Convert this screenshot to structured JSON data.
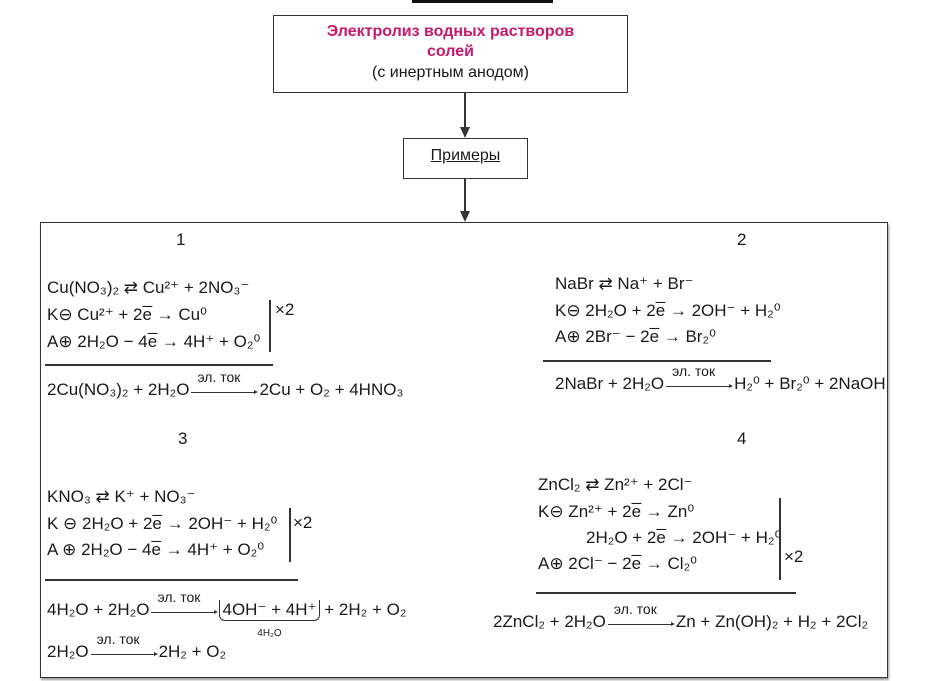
{
  "header": {
    "title_line1": "Электролиз водных растворов",
    "title_line2": "солей",
    "subtitle": "(с инертным анодом)",
    "title_color": "#c8186e"
  },
  "examples_label": "Примеры",
  "arrow_label": "эл. ток",
  "examples": [
    {
      "number": "1",
      "lines": [
        "Cu(NO₃)₂ ⇄ Cu²⁺ + 2NO₃⁻",
        "K⊖  Cu²⁺ + 2e̅ → Cu⁰",
        "A⊕  2H₂O − 4e̅ → 4H⁺ + O₂⁰"
      ],
      "multiplier": "×2",
      "final": {
        "lhs": "2Cu(NO₃)₂ + 2H₂O",
        "rhs": "2Cu + O₂ + 4HNO₃"
      }
    },
    {
      "number": "2",
      "lines": [
        "NaBr ⇄ Na⁺ + Br⁻",
        "K⊖   2H₂O + 2e̅ → 2OH⁻ + H₂⁰",
        "A⊕   2Br⁻ − 2e̅ → Br₂⁰"
      ],
      "final": {
        "lhs": "2NaBr + 2H₂O",
        "rhs": "H₂⁰ + Br₂⁰ + 2NaOH"
      }
    },
    {
      "number": "3",
      "lines": [
        "KNO₃ ⇄ K⁺ + NO₃⁻",
        "K ⊖   2H₂O + 2e̅ → 2OH⁻ + H₂⁰",
        "A ⊕   2H₂O − 4e̅ → 4H⁺ + O₂⁰"
      ],
      "multiplier": "×2",
      "final": {
        "lhs": "4H₂O + 2H₂O",
        "rhs_braced": "4OH⁻ + 4H⁺",
        "rhs": "+ 2H₂ + O₂",
        "brace_label": "4H₂O"
      },
      "final2": {
        "lhs": "2H₂O",
        "rhs": "2H₂ + O₂"
      }
    },
    {
      "number": "4",
      "lines": [
        "ZnCl₂ ⇄ Zn²⁺ + 2Cl⁻",
        "K⊖   Zn²⁺ + 2e̅ → Zn⁰",
        "2H₂O + 2e̅ → 2OH⁻ + H₂⁰",
        "A⊕   2Cl⁻ − 2e̅ → Cl₂⁰"
      ],
      "multiplier": "×2",
      "final": {
        "lhs": "2ZnCl₂ + 2H₂O",
        "rhs": "Zn + Zn(OH)₂ + H₂ + 2Cl₂"
      }
    }
  ]
}
